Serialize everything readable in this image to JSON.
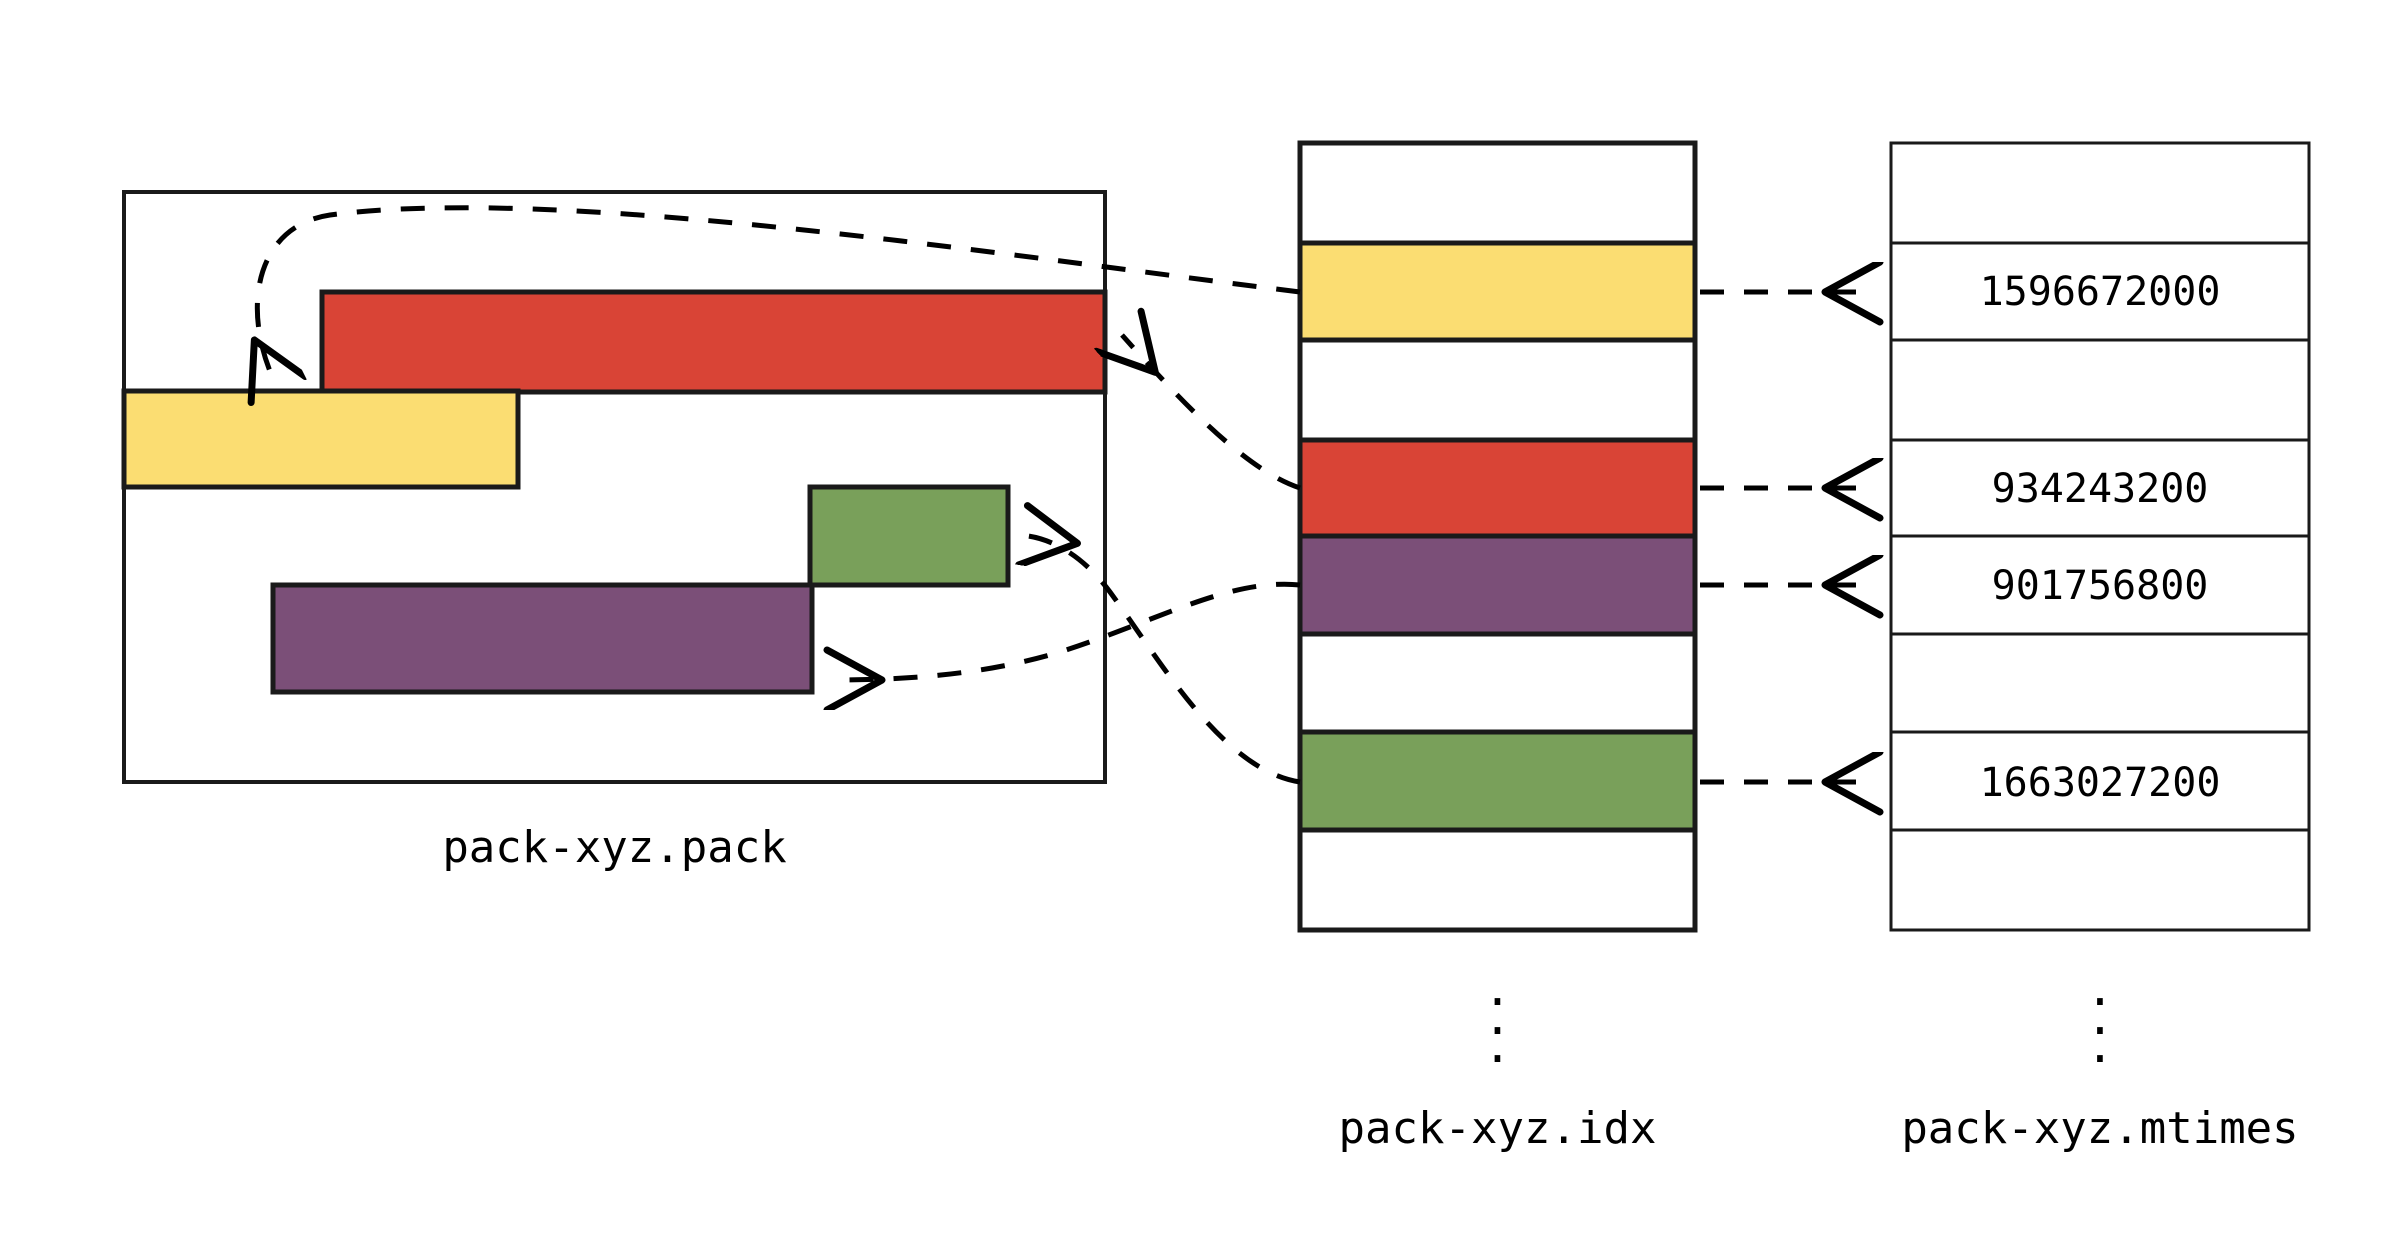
{
  "diagram": {
    "title_hidden": "",
    "colors": {
      "yellow": "#FBDD72",
      "red": "#D94436",
      "purple": "#7B4F78",
      "green": "#79A05A",
      "stroke": "#1a1a1a",
      "background": "#FFFFFF"
    },
    "pack_file": {
      "label": "pack-xyz.pack",
      "objects": [
        {
          "name": "yellow-object",
          "color_key": "yellow"
        },
        {
          "name": "red-object",
          "color_key": "red"
        },
        {
          "name": "green-object",
          "color_key": "green"
        },
        {
          "name": "purple-object",
          "color_key": "purple"
        }
      ]
    },
    "idx_file": {
      "label": "pack-xyz.idx",
      "ellipsis": ":",
      "rows": [
        {
          "index": 0,
          "color_key": "none",
          "value": ""
        },
        {
          "index": 1,
          "color_key": "yellow",
          "value": ""
        },
        {
          "index": 2,
          "color_key": "none",
          "value": ""
        },
        {
          "index": 3,
          "color_key": "red",
          "value": ""
        },
        {
          "index": 4,
          "color_key": "purple",
          "value": ""
        },
        {
          "index": 5,
          "color_key": "none",
          "value": ""
        },
        {
          "index": 6,
          "color_key": "green",
          "value": ""
        },
        {
          "index": 7,
          "color_key": "none",
          "value": ""
        }
      ]
    },
    "mtimes_file": {
      "label": "pack-xyz.mtimes",
      "ellipsis": ":",
      "rows": [
        {
          "index": 0,
          "value": ""
        },
        {
          "index": 1,
          "value": "1596672000"
        },
        {
          "index": 2,
          "value": ""
        },
        {
          "index": 3,
          "value": "934243200"
        },
        {
          "index": 4,
          "value": "901756800"
        },
        {
          "index": 5,
          "value": ""
        },
        {
          "index": 6,
          "value": "1663027200"
        },
        {
          "index": 7,
          "value": ""
        }
      ]
    },
    "connections": [
      {
        "name": "idx-yellow-to-pack-yellow",
        "from": "idx.row1",
        "to": "pack.yellow-object"
      },
      {
        "name": "idx-red-to-pack-red",
        "from": "idx.row3",
        "to": "pack.red-object"
      },
      {
        "name": "idx-purple-to-pack-purple",
        "from": "idx.row4",
        "to": "pack.purple-object"
      },
      {
        "name": "idx-green-to-pack-green",
        "from": "idx.row6",
        "to": "pack.green-object"
      },
      {
        "name": "idx-yellow-to-mtimes-1",
        "from": "idx.row1",
        "to": "mtimes.row1"
      },
      {
        "name": "idx-red-to-mtimes-3",
        "from": "idx.row3",
        "to": "mtimes.row3"
      },
      {
        "name": "idx-purple-to-mtimes-4",
        "from": "idx.row4",
        "to": "mtimes.row4"
      },
      {
        "name": "idx-green-to-mtimes-6",
        "from": "idx.row6",
        "to": "mtimes.row6"
      }
    ]
  }
}
